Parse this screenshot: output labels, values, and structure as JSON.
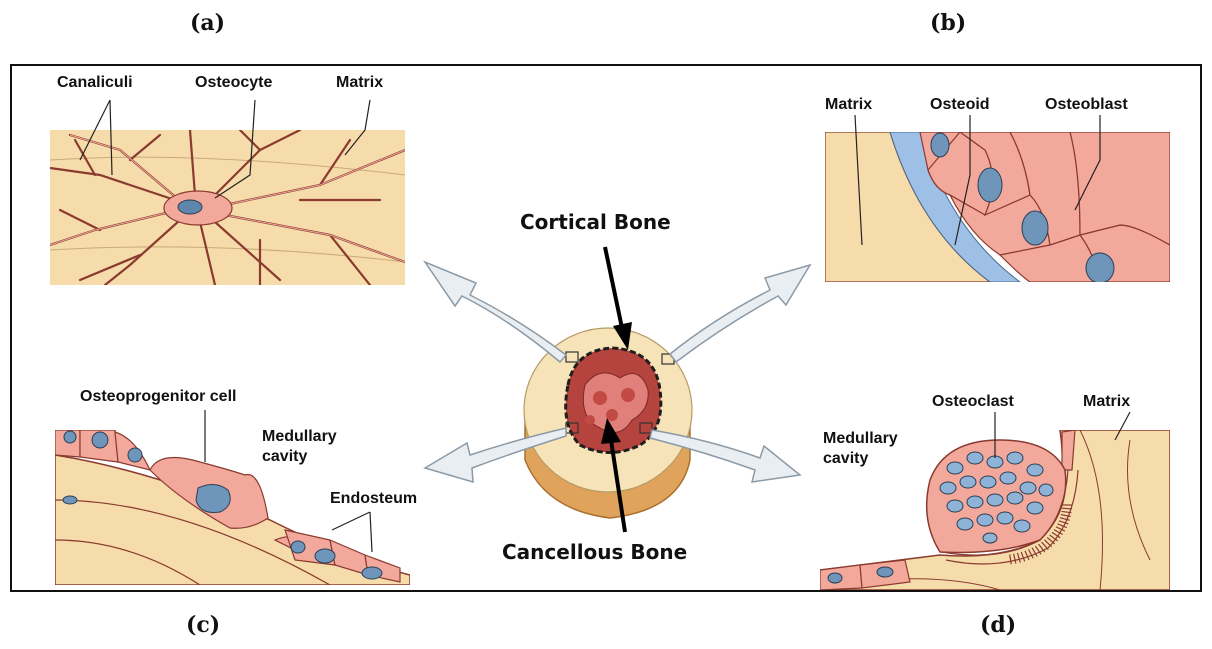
{
  "panels": {
    "a": "(a)",
    "b": "(b)",
    "c": "(c)",
    "d": "(d)"
  },
  "labels": {
    "canaliculi": "Canaliculi",
    "osteocyte": "Osteocyte",
    "matrix_a": "Matrix",
    "matrix_b": "Matrix",
    "osteoid": "Osteoid",
    "osteoblast": "Osteoblast",
    "osteoprogenitor": "Osteoprogenitor cell",
    "medullary_c_1": "Medullary",
    "medullary_c_2": "cavity",
    "endosteum": "Endosteum",
    "osteoclast": "Osteoclast",
    "matrix_d": "Matrix",
    "medullary_d_1": "Medullary",
    "medullary_d_2": "cavity",
    "cortical_bone": "Cortical Bone",
    "cancellous_bone": "Cancellous Bone"
  },
  "colors": {
    "matrix": "#f6dcab",
    "cell": "#f2a89b",
    "nucleus": "#7fa6c9",
    "osteoid": "#9fc0e6",
    "outline": "#6b3a2a",
    "arrow_fill": "#e9eef2",
    "arrow_stroke": "#8b9aa6",
    "marrow": "#b5433e"
  }
}
